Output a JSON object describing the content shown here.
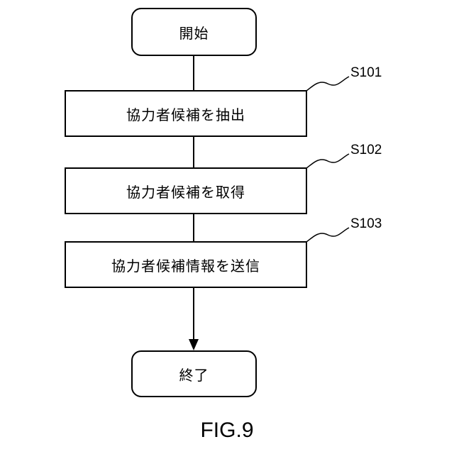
{
  "flowchart": {
    "start": "開始",
    "steps": [
      {
        "id": "S101",
        "text": "協力者候補を抽出"
      },
      {
        "id": "S102",
        "text": "協力者候補を取得"
      },
      {
        "id": "S103",
        "text": "協力者候補情報を送信"
      }
    ],
    "end": "終了"
  },
  "caption": "FIG.9"
}
